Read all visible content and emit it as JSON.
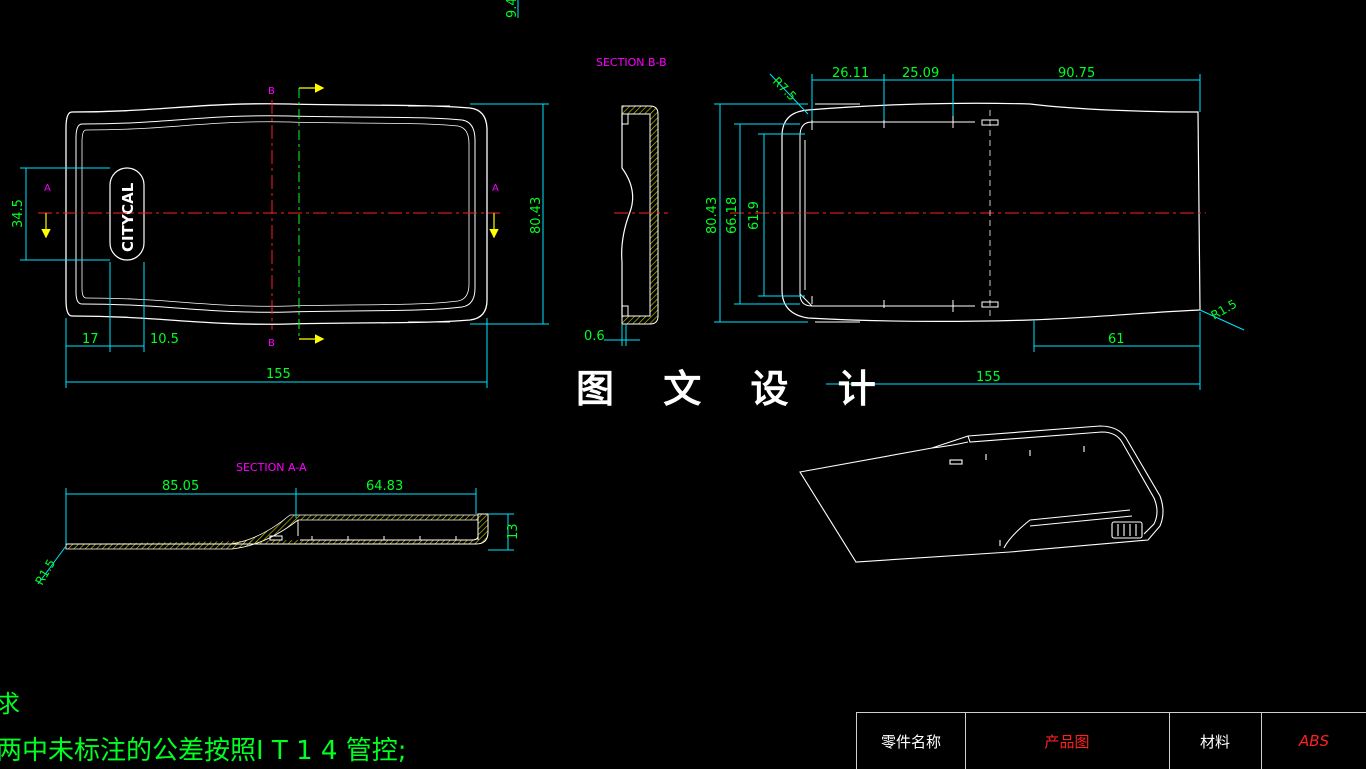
{
  "colors": {
    "geometry": "#ffffff",
    "dimension": "#00e5ff",
    "dimension_text": "#00ff22",
    "centerline": "#ff2020",
    "section_label": "#ff00ff",
    "arrow": "#ffff00",
    "hatch": "#c8c800",
    "title_red": "#ff2020"
  },
  "top_view": {
    "dims": {
      "width_155": "155",
      "left_17": "17",
      "slot_10_5": "10.5",
      "slot_h_34_5": "34.5",
      "height_80_43": "80.43",
      "top_cut": "9.4"
    },
    "logo": "CITYCAL",
    "section_marks": {
      "a_left": "A",
      "a_right": "A",
      "b_top": "B",
      "b_bottom": "B"
    }
  },
  "section_b": {
    "title": "SECTION B-B",
    "dims": {
      "wall": "0.6"
    }
  },
  "side_view": {
    "dims": {
      "r_7_5": "R7.5",
      "d_26_11": "26.11",
      "d_25_09": "25.09",
      "d_90_75": "90.75",
      "h_80_43": "80.43",
      "h_66_18": "66.18",
      "h_61_9": "61.9",
      "r_1_5": "R1.5",
      "d_61": "61",
      "d_155": "155"
    }
  },
  "section_a": {
    "title": "SECTION A-A",
    "dims": {
      "d_85_05": "85.05",
      "d_64_83": "64.83",
      "h_13": "13",
      "r_1_5": "R1.5"
    }
  },
  "watermark": "图 文 设 计",
  "notes": {
    "line1": "求",
    "line2": "两中未标注的公差按照I T 1 4 管控;"
  },
  "title_block": {
    "part_name_label": "零件名称",
    "part_name_value": "产品图",
    "material_label": "材料",
    "material_value": "ABS"
  }
}
